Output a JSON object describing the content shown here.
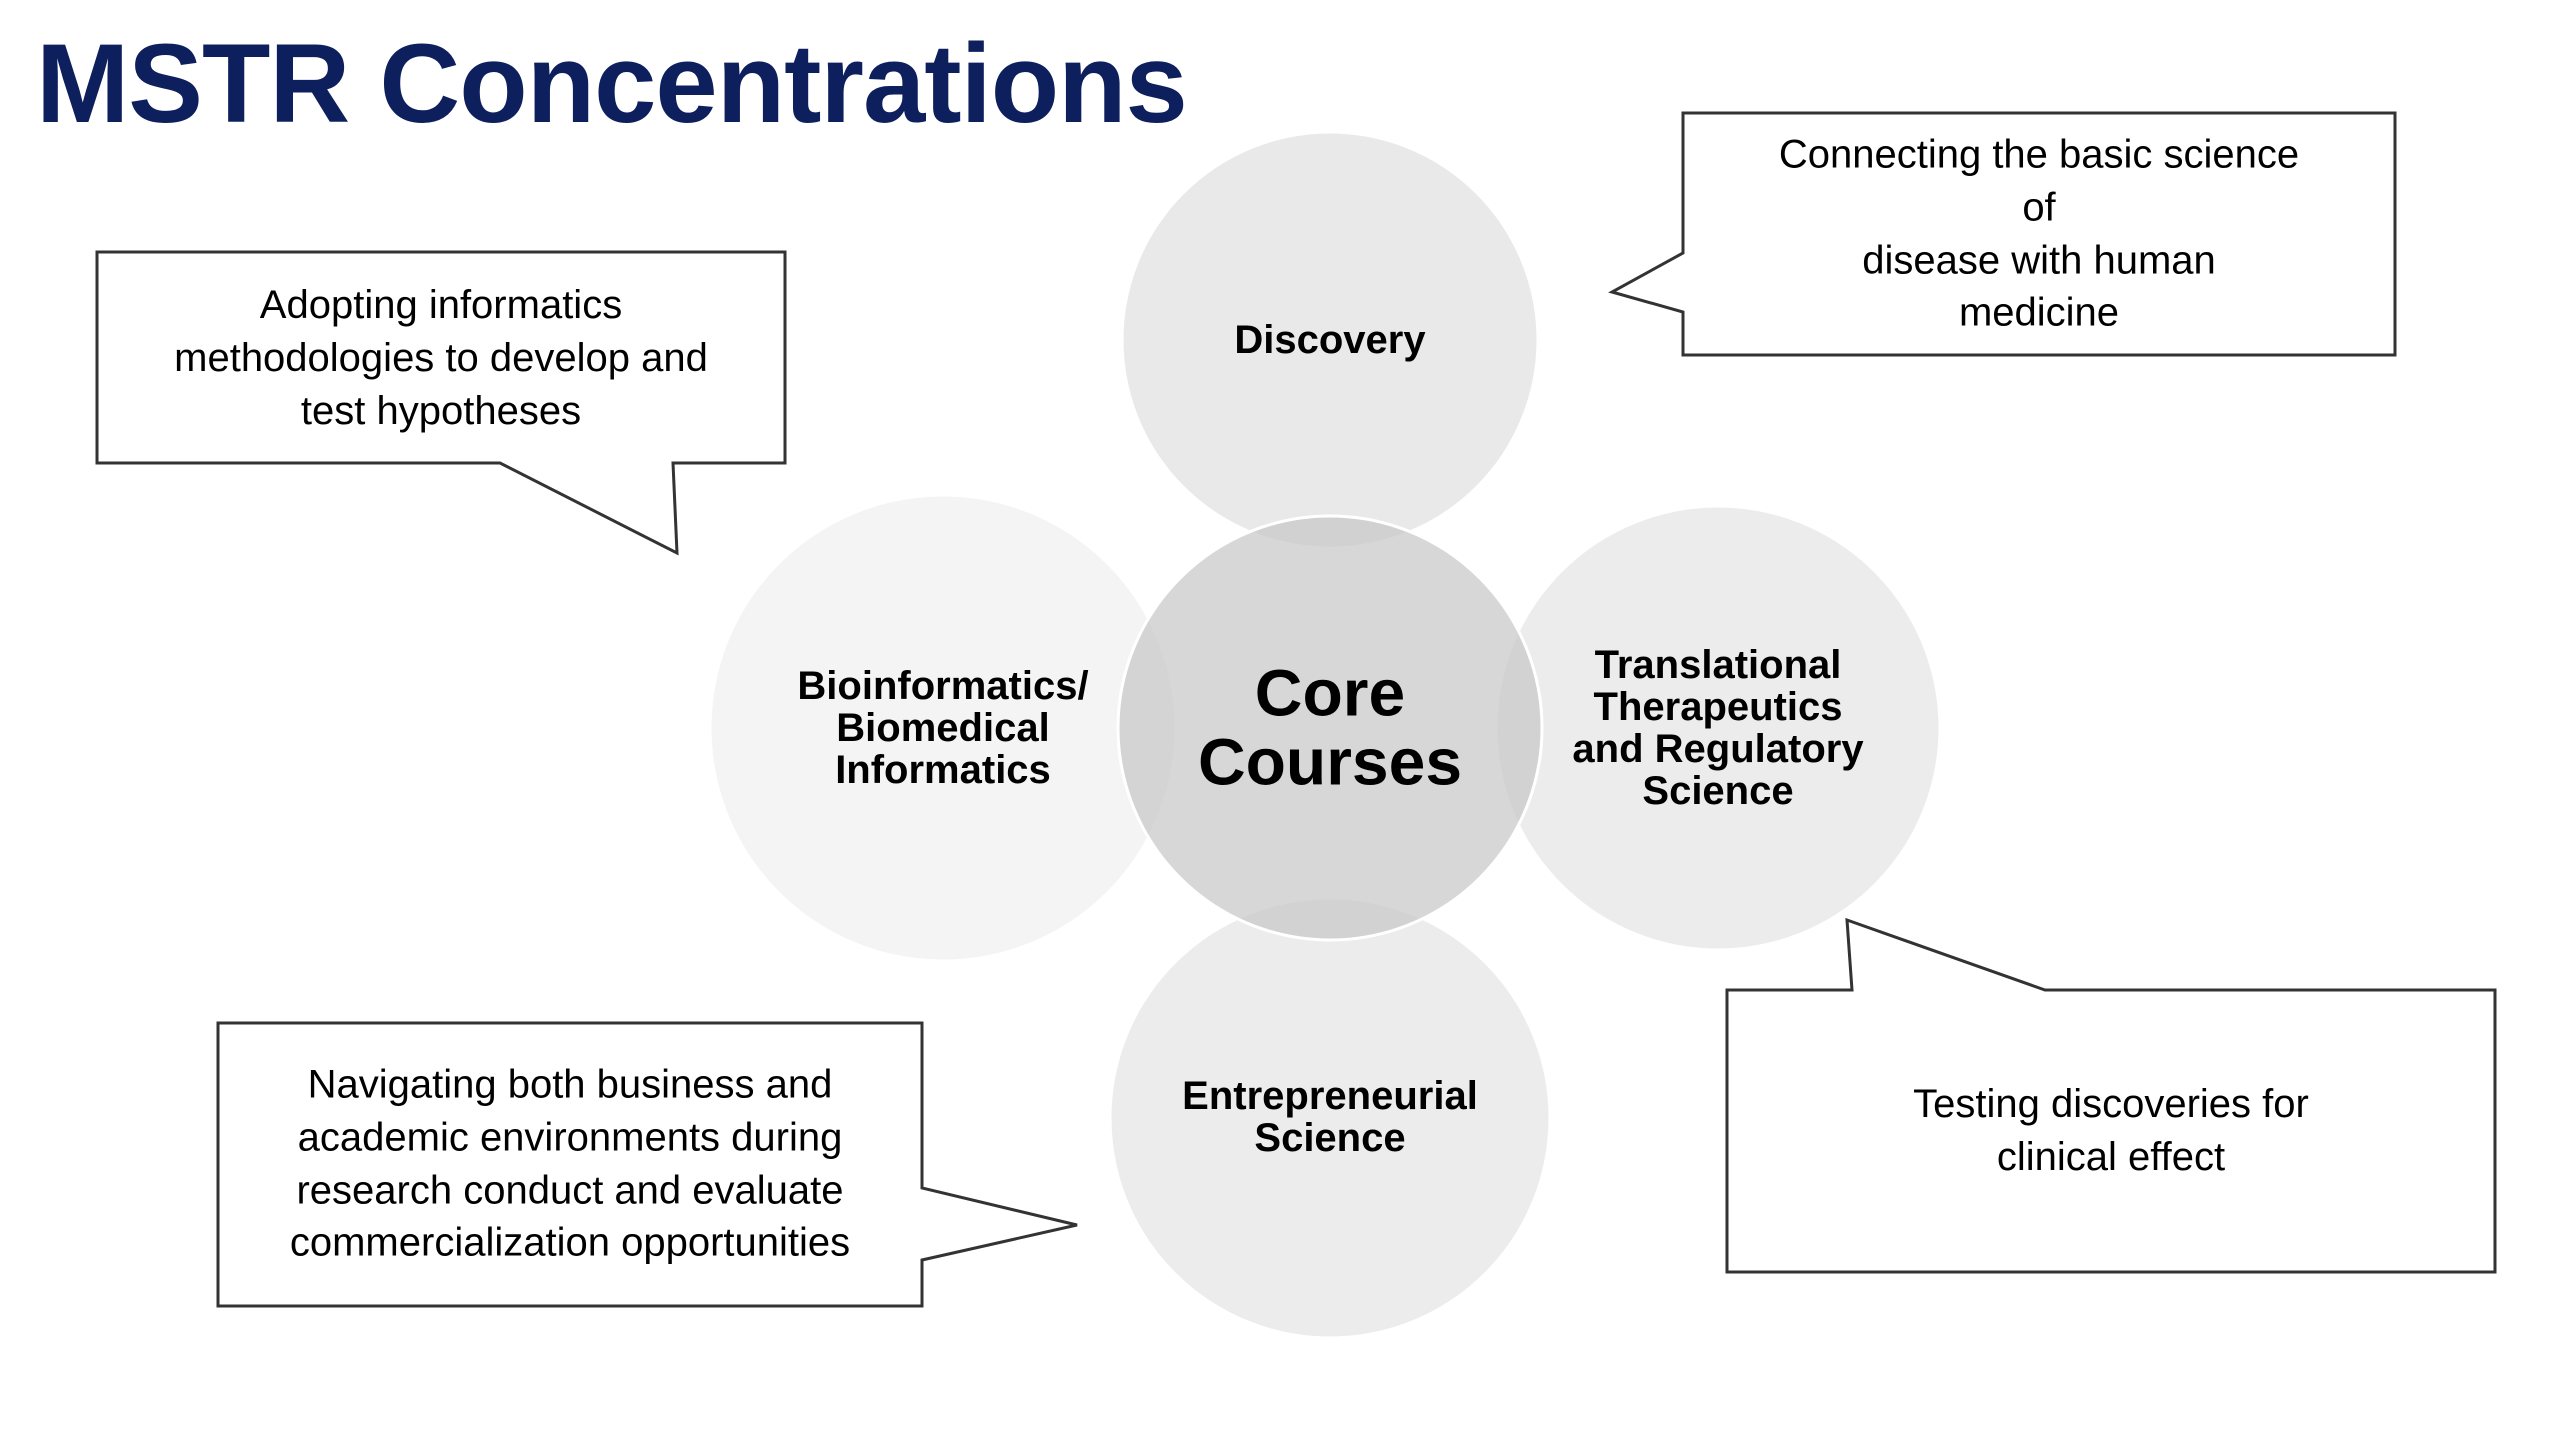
{
  "title": "MSTR Concentrations",
  "colors": {
    "title": "#0d1f5c",
    "circle_fill": "#dcdcdc",
    "core_fill": "#c8c8c8",
    "callout_border": "#333333"
  },
  "core": {
    "label": "Core\nCourses"
  },
  "concentrations": [
    {
      "id": "discovery",
      "label": "Discovery"
    },
    {
      "id": "bioinformatics",
      "label": "Bioinformatics/\nBiomedical\nInformatics"
    },
    {
      "id": "translational",
      "label": "Translational\nTherapeutics\nand Regulatory\nScience"
    },
    {
      "id": "entrepreneurial",
      "label": "Entrepreneurial\nScience"
    }
  ],
  "callouts": [
    {
      "id": "discovery",
      "text": "Connecting the basic science of\ndisease with human medicine"
    },
    {
      "id": "bioinformatics",
      "text": "Adopting informatics\nmethodologies to develop and\ntest hypotheses"
    },
    {
      "id": "translational",
      "text": "Testing discoveries for clinical effect"
    },
    {
      "id": "entrepreneurial",
      "text": "Navigating both business and\nacademic environments during\nresearch conduct and evaluate\ncommercialization opportunities"
    }
  ]
}
